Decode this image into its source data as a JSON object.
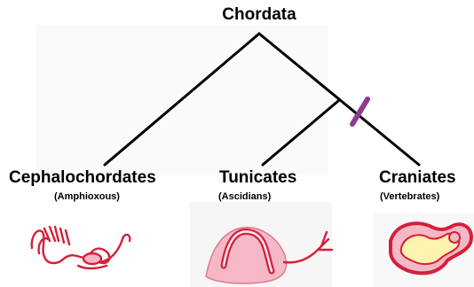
{
  "tree": {
    "root_label": "Chordata",
    "clades": [
      {
        "name": "Cephalochordates",
        "example": "(Amphioxous)"
      },
      {
        "name": "Tunicates",
        "example": "(Ascidians)"
      },
      {
        "name": "Craniates",
        "example": "(Vertebrates)"
      }
    ],
    "colors": {
      "branch": "#000000",
      "synapomorphy_bar": "#8e3b8e",
      "illustration_stroke": "#d61f3a",
      "illustration_fill": "#f4b8c6",
      "illustration_glow": "#fff3b0"
    },
    "illustrations": [
      {
        "icon": "amphioxus-icon"
      },
      {
        "icon": "ascidian-icon"
      },
      {
        "icon": "vertebrate-icon"
      }
    ]
  }
}
